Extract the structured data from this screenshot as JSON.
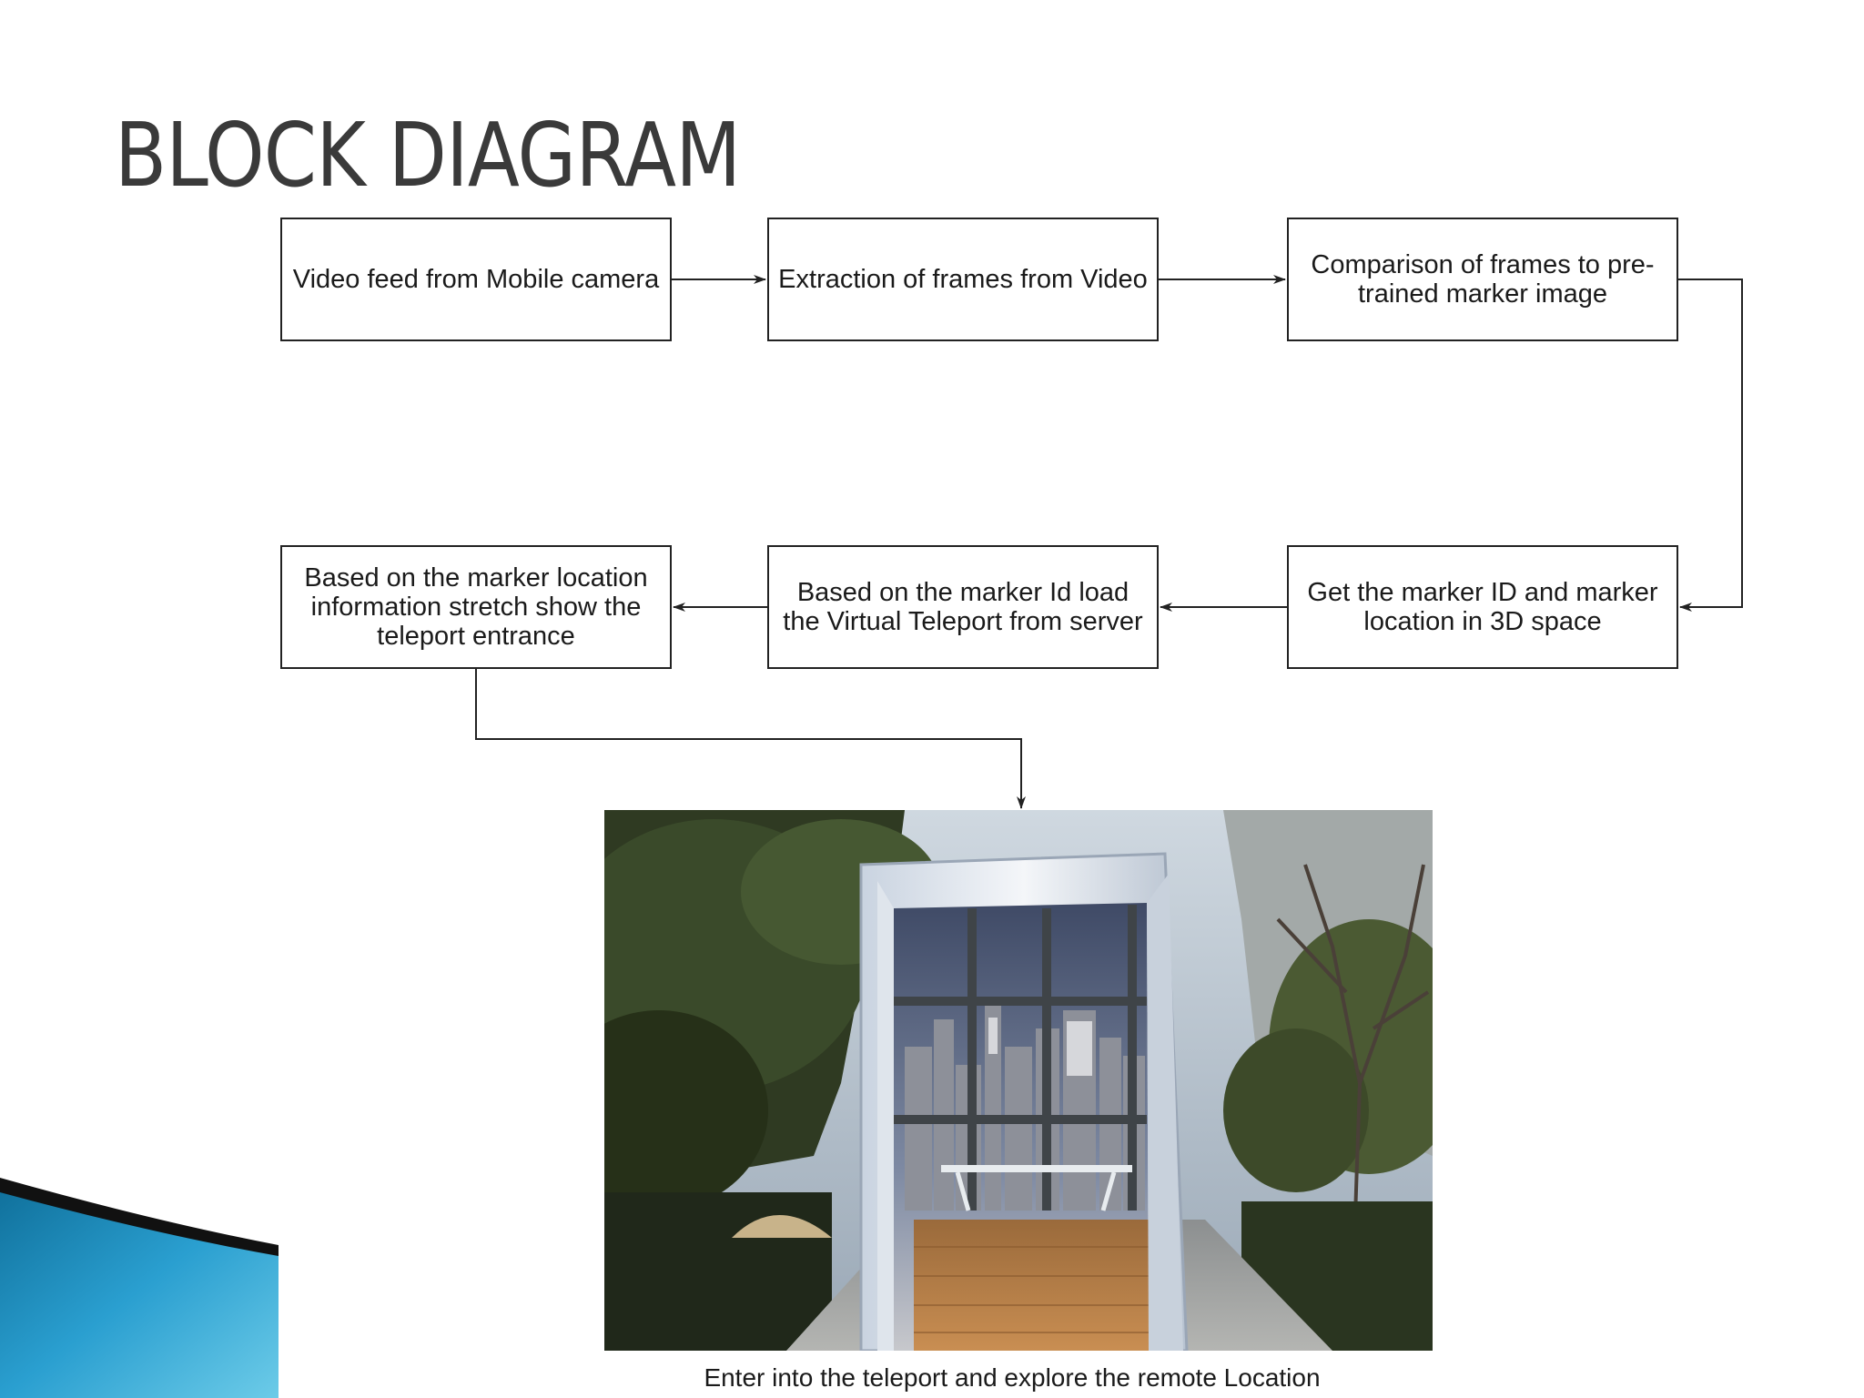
{
  "slide": {
    "title": "BLOCK DIAGRAM"
  },
  "blocks": {
    "video_feed": "Video feed from Mobile camera",
    "extract_frames": "Extraction of frames from Video",
    "compare_frames": "Comparison of frames to pre-trained marker image",
    "get_marker": "Get the marker ID and marker location in 3D space",
    "load_teleport": "Based on the marker Id load the Virtual Teleport from server",
    "show_entrance": "Based on the marker location information stretch show the teleport entrance"
  },
  "caption": "Enter into the teleport and explore the remote Location",
  "colors": {
    "title": "#3a3a3a",
    "line": "#222222",
    "accent_blue": "#2a9fd0"
  },
  "icons": {
    "corner_decoration": "blue-swoosh-shape",
    "photo": "teleport-doorway-photo"
  }
}
